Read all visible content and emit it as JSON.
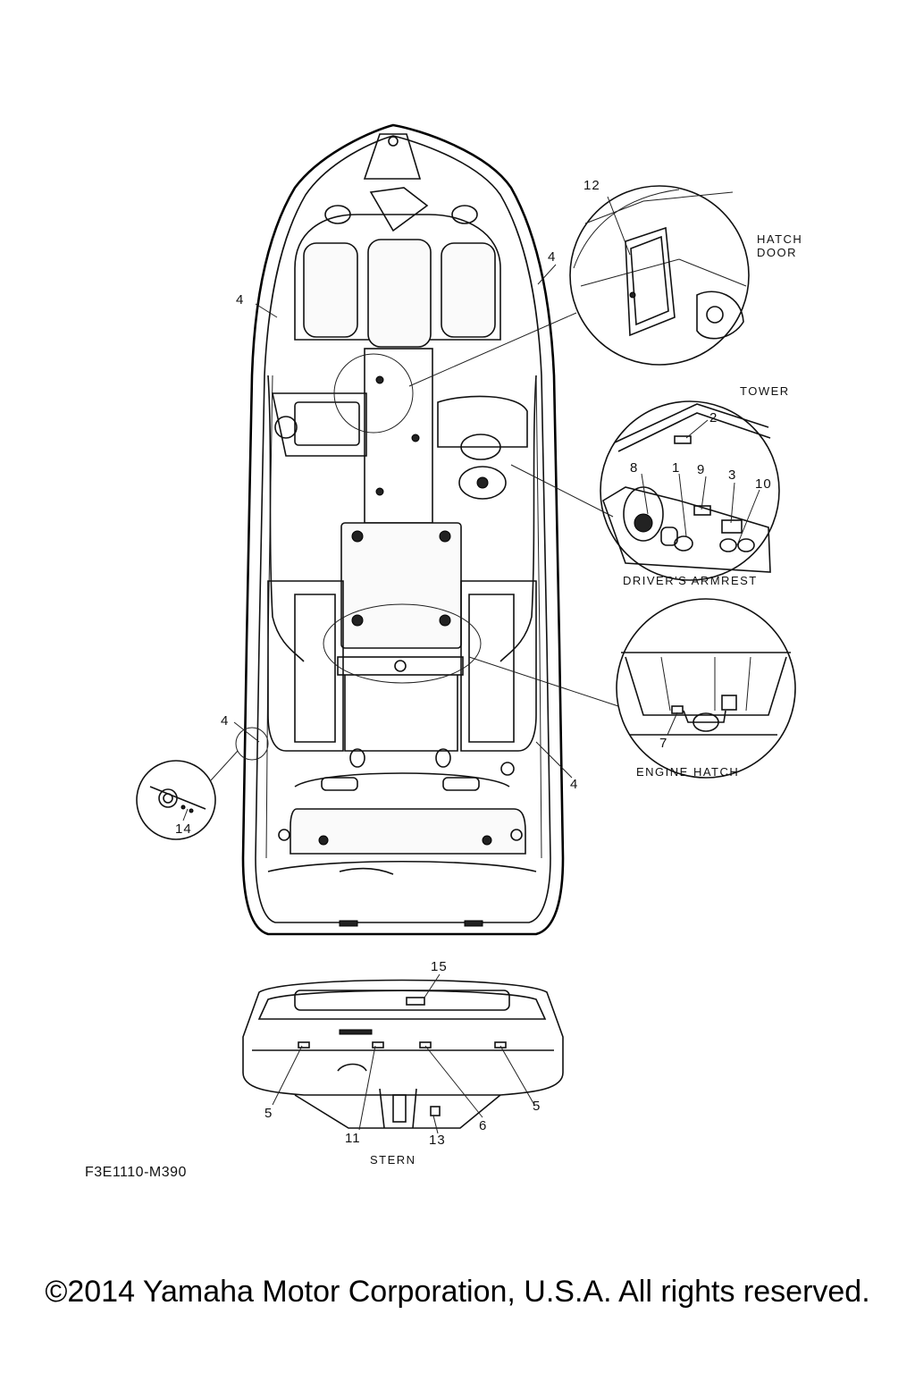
{
  "diagram": {
    "part_code": "F3E1110-M390",
    "copyright": "©2014 Yamaha Motor Corporation, U.S.A. All rights reserved.",
    "callouts": {
      "n1": "1",
      "n2": "2",
      "n3": "3",
      "n4a": "4",
      "n4b": "4",
      "n4c": "4",
      "n4d": "4",
      "n5a": "5",
      "n5b": "5",
      "n6": "6",
      "n7": "7",
      "n8": "8",
      "n9": "9",
      "n10": "10",
      "n11": "11",
      "n12": "12",
      "n13": "13",
      "n14": "14",
      "n15": "15"
    },
    "captions": {
      "hatch_door_line1": "HATCH",
      "hatch_door_line2": "DOOR",
      "tower": "TOWER",
      "drivers_armrest": "DRIVER'S ARMREST",
      "engine_hatch": "ENGINE HATCH",
      "stern": "STERN"
    }
  }
}
